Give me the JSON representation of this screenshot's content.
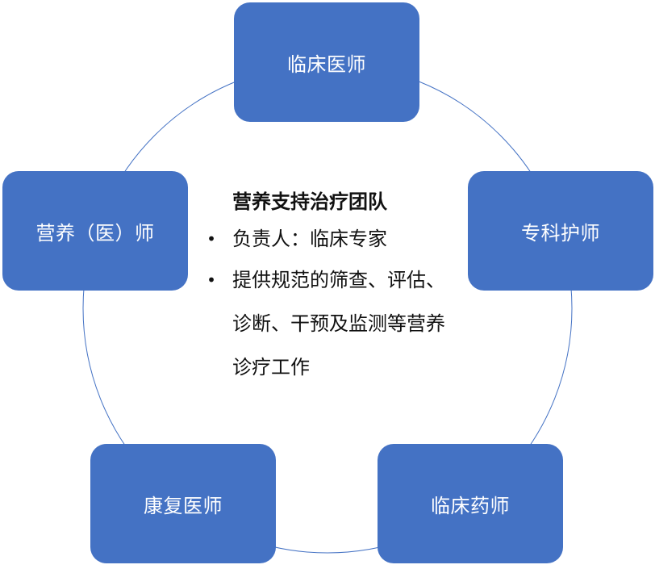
{
  "diagram": {
    "center": {
      "title": "营养支持治疗团队",
      "bullets": [
        "负责人：临床专家",
        "提供规范的筛查、评估、诊断、干预及监测等营养诊疗工作"
      ]
    },
    "nodes": {
      "top": "临床医师",
      "right": "专科护师",
      "bottom_right": "临床药师",
      "bottom_left": "康复医师",
      "left": "营养（医）师"
    },
    "colors": {
      "node_fill": "#4472C4",
      "node_text": "#FFFFFF",
      "ring": "#4472C4"
    }
  }
}
